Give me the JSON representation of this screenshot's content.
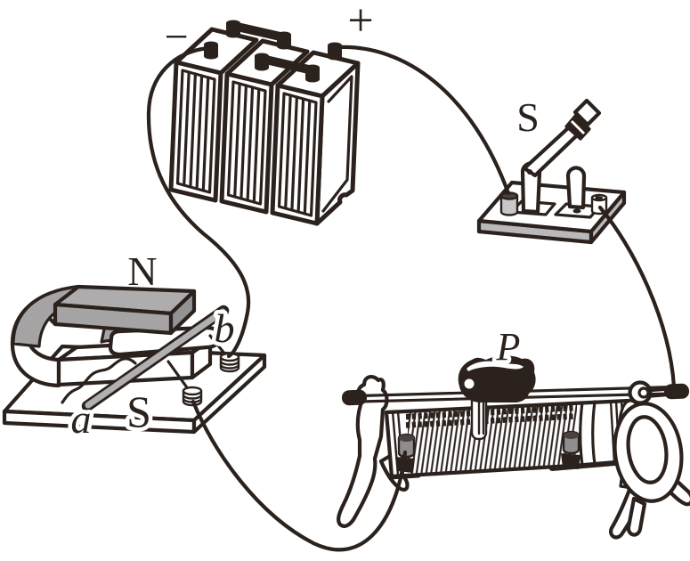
{
  "figure": {
    "battery": {
      "negative_label": "−",
      "positive_label": "+"
    },
    "switch": {
      "label": "S"
    },
    "magnet": {
      "north_pole_label": "N",
      "south_pole_label": "S"
    },
    "conductor_rod": {
      "end_a_label": "a",
      "end_b_label": "b"
    },
    "rheostat": {
      "slider_label": "P"
    }
  },
  "colors": {
    "line": "#2b221d",
    "gray": "#a5a3a4",
    "gray_light": "#aeacad",
    "gray_dark": "#949293",
    "base_gray": "#bab8b9",
    "rod_gray": "#b1afb0",
    "post_gray": "#8f8d8e",
    "post_top": "#4a423e"
  }
}
